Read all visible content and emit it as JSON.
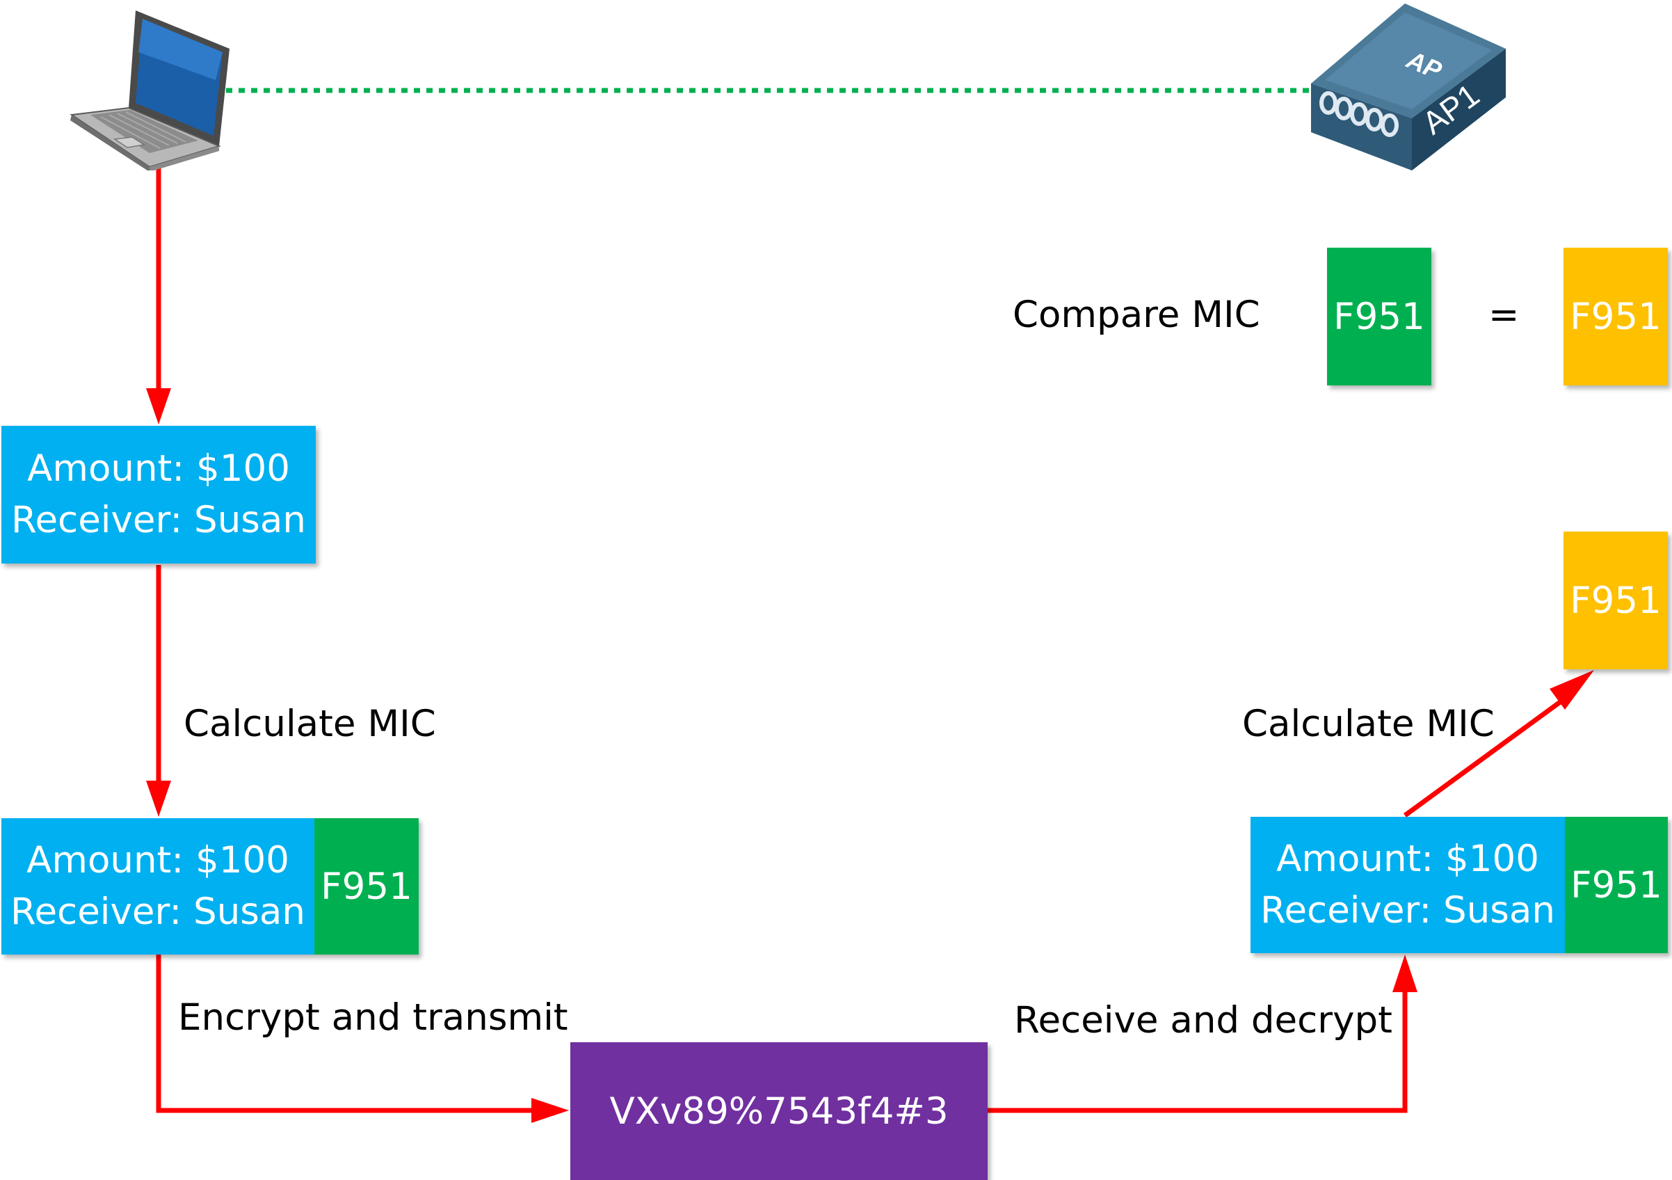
{
  "devices": {
    "laptop": {
      "icon": "laptop-icon"
    },
    "access_point": {
      "icon": "access-point-icon",
      "top_label": "AP",
      "name": "AP1"
    },
    "wireless_link": {
      "style": "dotted",
      "color": "#00b050"
    }
  },
  "sender": {
    "message_box": {
      "line1": "Amount: $100",
      "line2": "Receiver: Susan"
    },
    "step_calculate": "Calculate MIC",
    "message_with_mic": {
      "line1": "Amount: $100",
      "line2": "Receiver: Susan",
      "mic": "F951"
    },
    "step_encrypt": "Encrypt and transmit"
  },
  "ciphertext": "VXv89%7543f4#3",
  "receiver": {
    "step_decrypt": "Receive and decrypt",
    "message_with_mic": {
      "line1": "Amount: $100",
      "line2": "Receiver: Susan",
      "mic": "F951"
    },
    "step_calculate": "Calculate MIC",
    "calculated_mic": "F951"
  },
  "compare": {
    "label": "Compare MIC",
    "received_mic": "F951",
    "equals": "=",
    "calculated_mic": "F951"
  },
  "colors": {
    "message": "#00b0f0",
    "mic_received": "#00b050",
    "mic_calculated": "#ffc000",
    "ciphertext": "#7030a0",
    "arrow": "#ff0000",
    "link": "#00b050"
  }
}
